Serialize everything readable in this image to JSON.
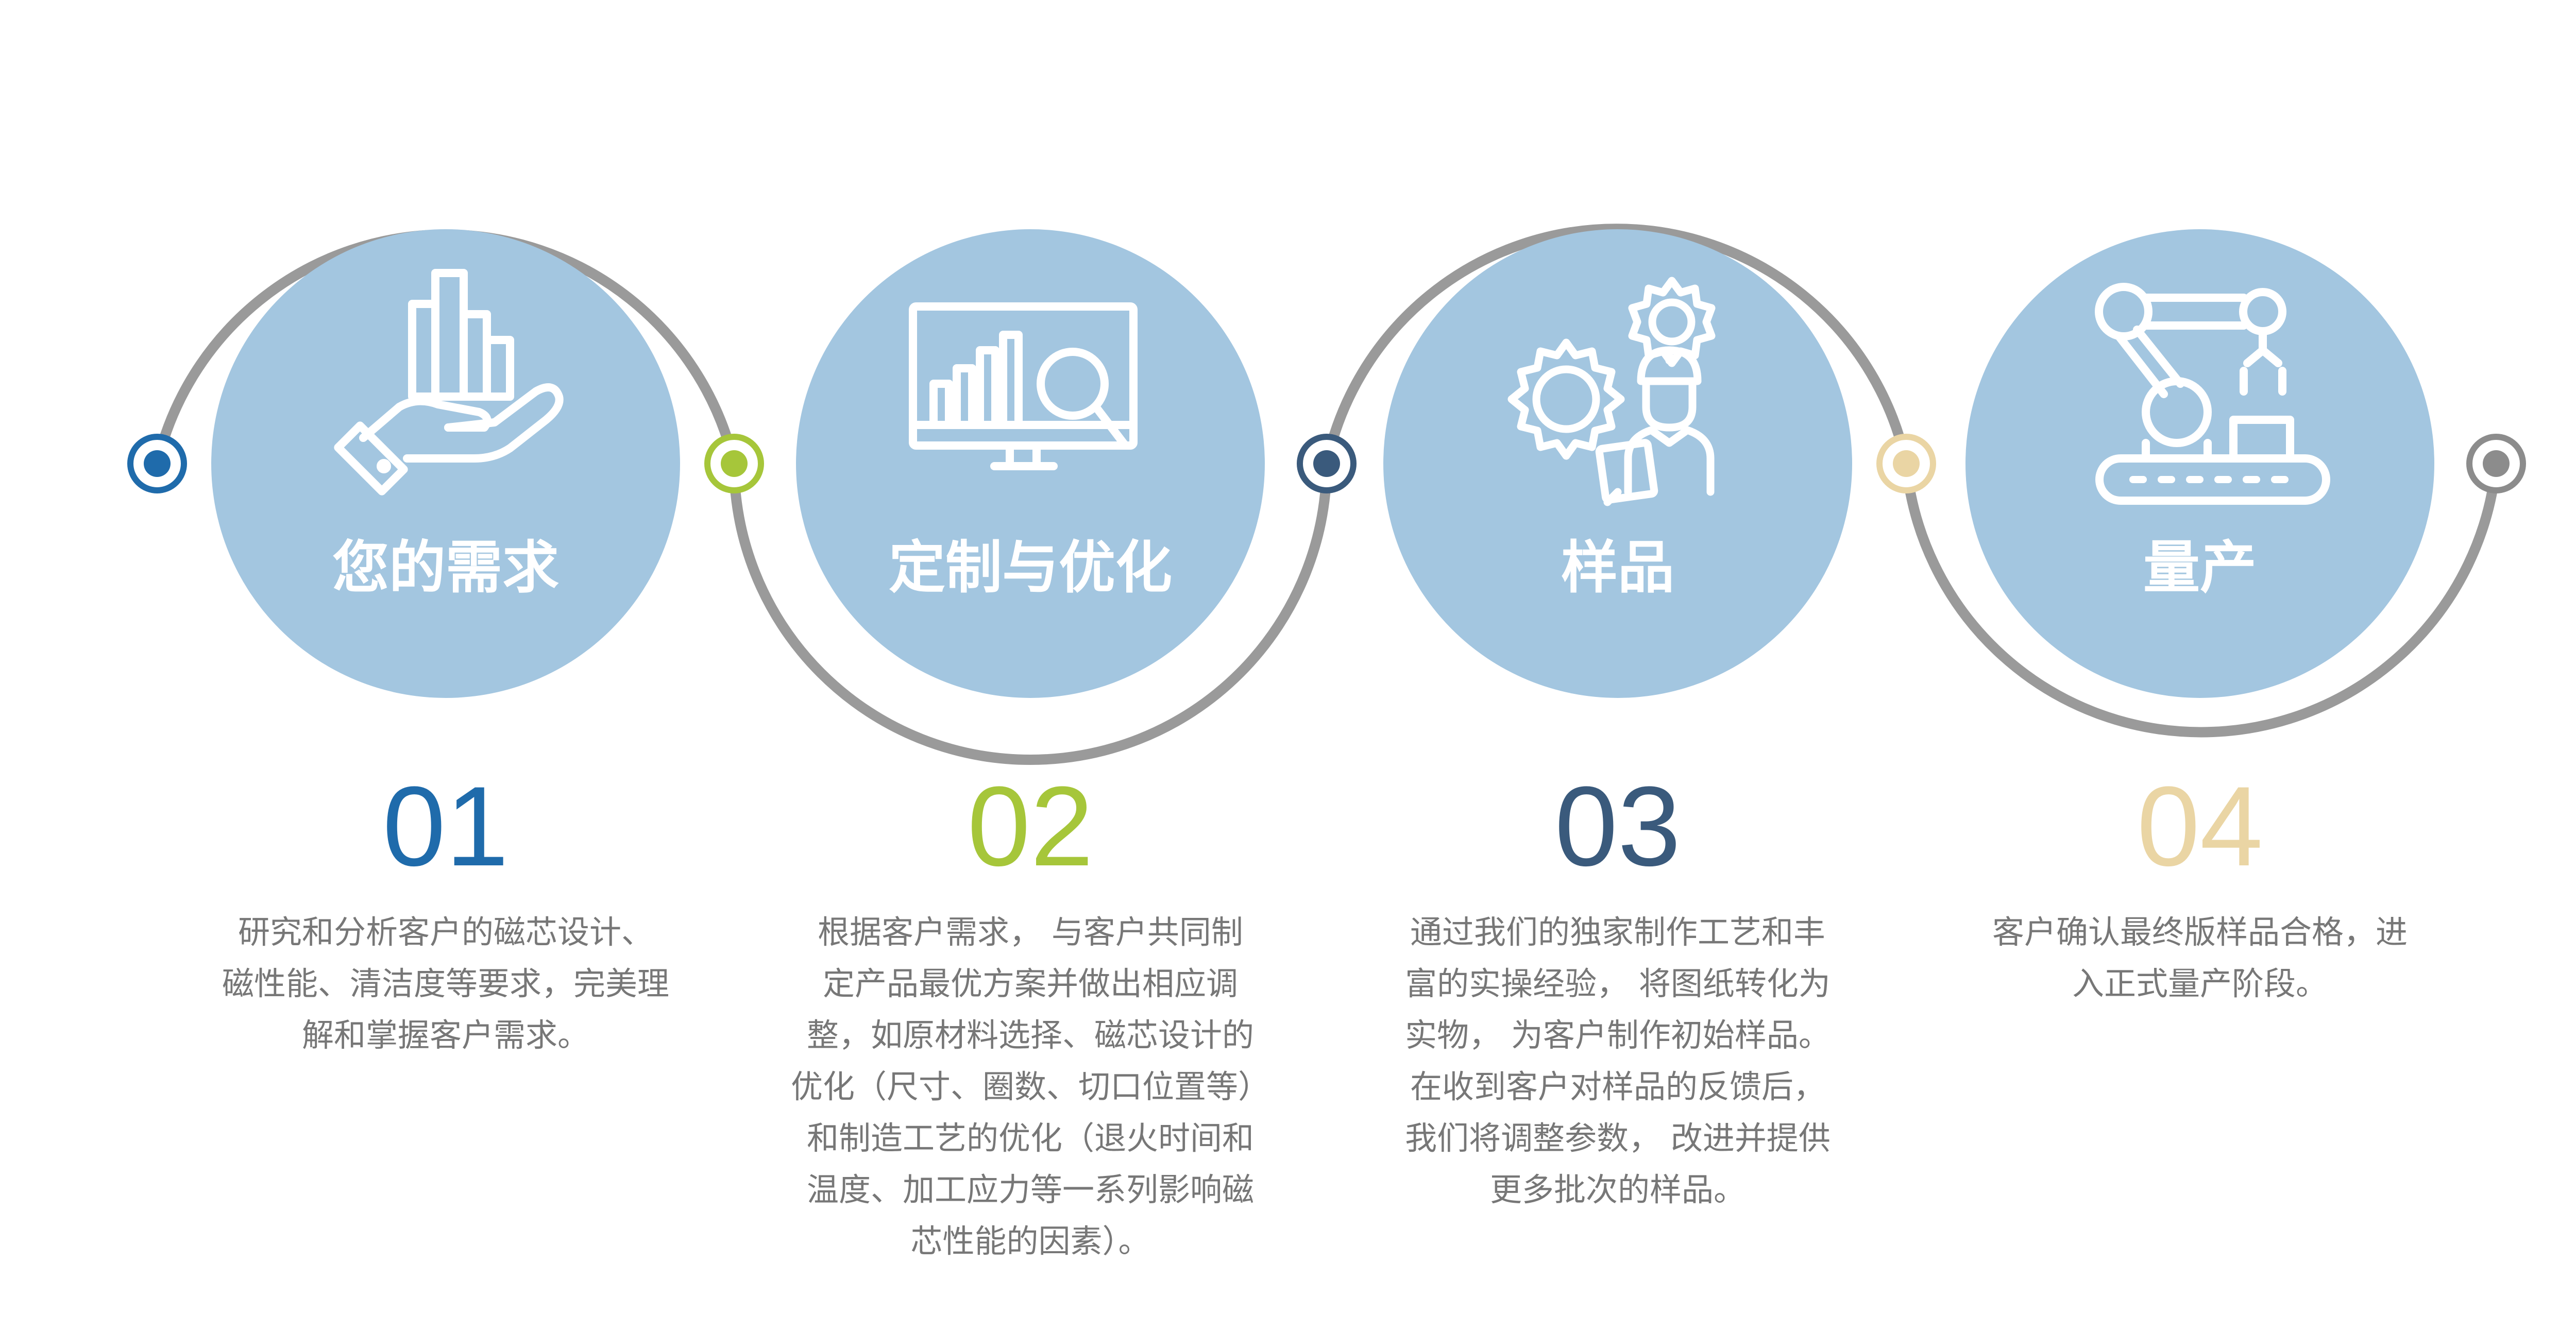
{
  "colors": {
    "circle_fill": "#a3c6e0",
    "track": "#9a9a9a",
    "icon_stroke": "#ffffff",
    "text": "#777777"
  },
  "steps": [
    {
      "title": "您的需求",
      "number": "01",
      "color": "#1f6bab",
      "icon": "hand-holding-chart-icon",
      "desc_lines": [
        "研究和分析客户的磁芯设计、",
        "磁性能、清洁度等要求，完美理",
        "解和掌握客户需求。"
      ]
    },
    {
      "title": "定制与优化",
      "number": "02",
      "color": "#a6c63a",
      "icon": "monitor-chart-magnifier-icon",
      "desc_lines": [
        "根据客户需求，  与客户共同制",
        "定产品最优方案并做出相应调",
        "整，如原材料选择、磁芯设计的",
        "优化（尺寸、圈数、切口位置等）",
        "和制造工艺的优化（退火时间和",
        "温度、加工应力等一系列影响磁",
        "芯性能的因素）。"
      ]
    },
    {
      "title": "样品",
      "number": "03",
      "color": "#3a5a7c",
      "icon": "engineer-gears-icon",
      "desc_lines": [
        "通过我们的独家制作工艺和丰",
        "富的实操经验，  将图纸转化为",
        "实物，  为客户制作初始样品。",
        "在收到客户对样品的反馈后，",
        "我们将调整参数，  改进并提供",
        "更多批次的样品。"
      ]
    },
    {
      "title": "量产",
      "number": "04",
      "color": "#ead5a4",
      "icon": "robot-arm-conveyor-icon",
      "desc_lines": [
        "客户确认最终版样品合格，进",
        "入正式量产阶段。"
      ]
    }
  ],
  "end_node_color": "#8c8c8c"
}
